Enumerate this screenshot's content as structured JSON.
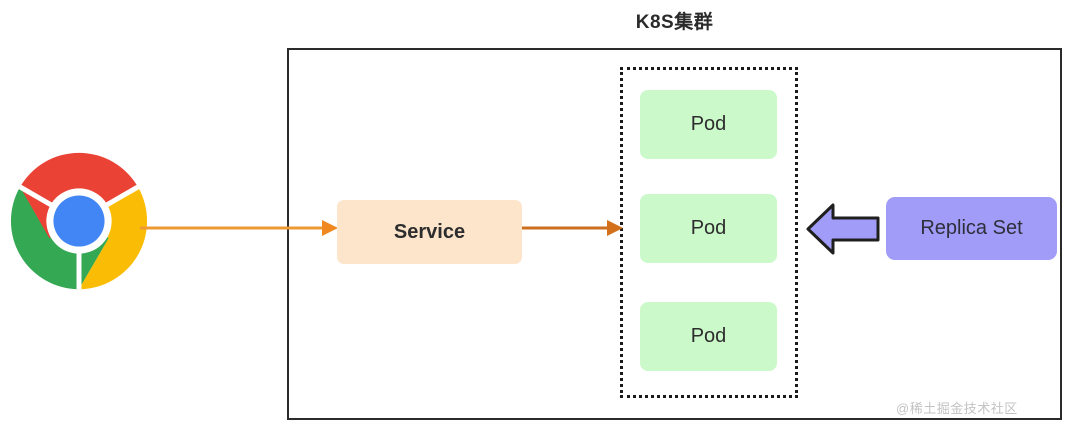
{
  "diagram": {
    "title": "K8S集群",
    "watermark": "@稀土掘金技术社区",
    "background_color": "#ffffff",
    "cluster_border_color": "#2b2b2b",
    "pod_group_border_color": "#1a1a1a"
  },
  "nodes": {
    "client": {
      "label": "chrome-logo",
      "type": "icon",
      "colors": {
        "red": "#EA4335",
        "green": "#34A853",
        "yellow": "#FBBC05",
        "blue": "#4285F4",
        "white": "#ffffff"
      }
    },
    "service": {
      "label": "Service",
      "fill": "#FCE5CB"
    },
    "pods": [
      {
        "label": "Pod",
        "fill": "#CBF9C9"
      },
      {
        "label": "Pod",
        "fill": "#CBF9C9"
      },
      {
        "label": "Pod",
        "fill": "#CBF9C9"
      }
    ],
    "replica_set": {
      "label": "Replica Set",
      "fill": "#A09CF7"
    }
  },
  "connectors": {
    "client_to_service": {
      "name": "arrow-client-to-service",
      "color": "#EE9A33",
      "direction": "right"
    },
    "service_to_pods": {
      "name": "arrow-service-to-pods",
      "color": "#CC6F1E",
      "direction": "right"
    },
    "replicaset_to_pods": {
      "name": "block-arrow-replicaset-to-pods",
      "fill": "#A09CF7",
      "stroke": "#1f1f1f",
      "direction": "left"
    }
  }
}
